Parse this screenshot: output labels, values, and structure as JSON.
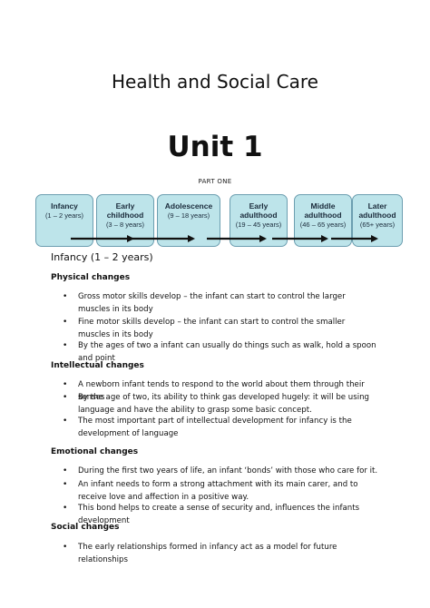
{
  "doc": {
    "title": "Health and Social Care",
    "unit": "Unit 1",
    "part": "PART ONE"
  },
  "stages": [
    {
      "name": "Infancy",
      "range": "(1 – 2 years)"
    },
    {
      "name": "Early childhood",
      "range": "(3 – 8 years)"
    },
    {
      "name": "Adolescence",
      "range": "(9 – 18 years)"
    },
    {
      "name": "Early adulthood",
      "range": "(19 – 45 years)"
    },
    {
      "name": "Middle adulthood",
      "range": "(46 – 65 years)"
    },
    {
      "name": "Later adulthood",
      "range": "(65+ years)"
    }
  ],
  "section": {
    "title": "Infancy (1 – 2 years)",
    "physical": {
      "heading": "Physical changes",
      "bullets": [
        "Gross motor skills develop – the infant can start to control the larger muscles in its body",
        "Fine motor skills develop – the infant can start to control the smaller muscles in its body",
        "By the ages of two a infant can usually do things such as walk, hold a spoon and point"
      ]
    },
    "intellectual": {
      "heading": "Intellectual changes",
      "bullets": [
        "A newborn infant tends to respond to the world about them through their senses",
        "By the age of two, its ability to think gas developed hugely: it will be using language and have the ability to grasp some basic concept.",
        "The most important part of intellectual development for infancy is the development of language"
      ]
    },
    "emotional": {
      "heading": "Emotional changes",
      "bullets": [
        "During the first two years of life, an infant ‘bonds’ with those who care for it.",
        "An infant needs to form a strong attachment with its main carer, and to receive love and affection in a positive way.",
        "This bond helps to create a sense of security and, influences the infants development"
      ]
    },
    "social": {
      "heading": "Social changes",
      "bullets": [
        "The early relationships formed in infancy act as a model for future relationships"
      ]
    }
  }
}
